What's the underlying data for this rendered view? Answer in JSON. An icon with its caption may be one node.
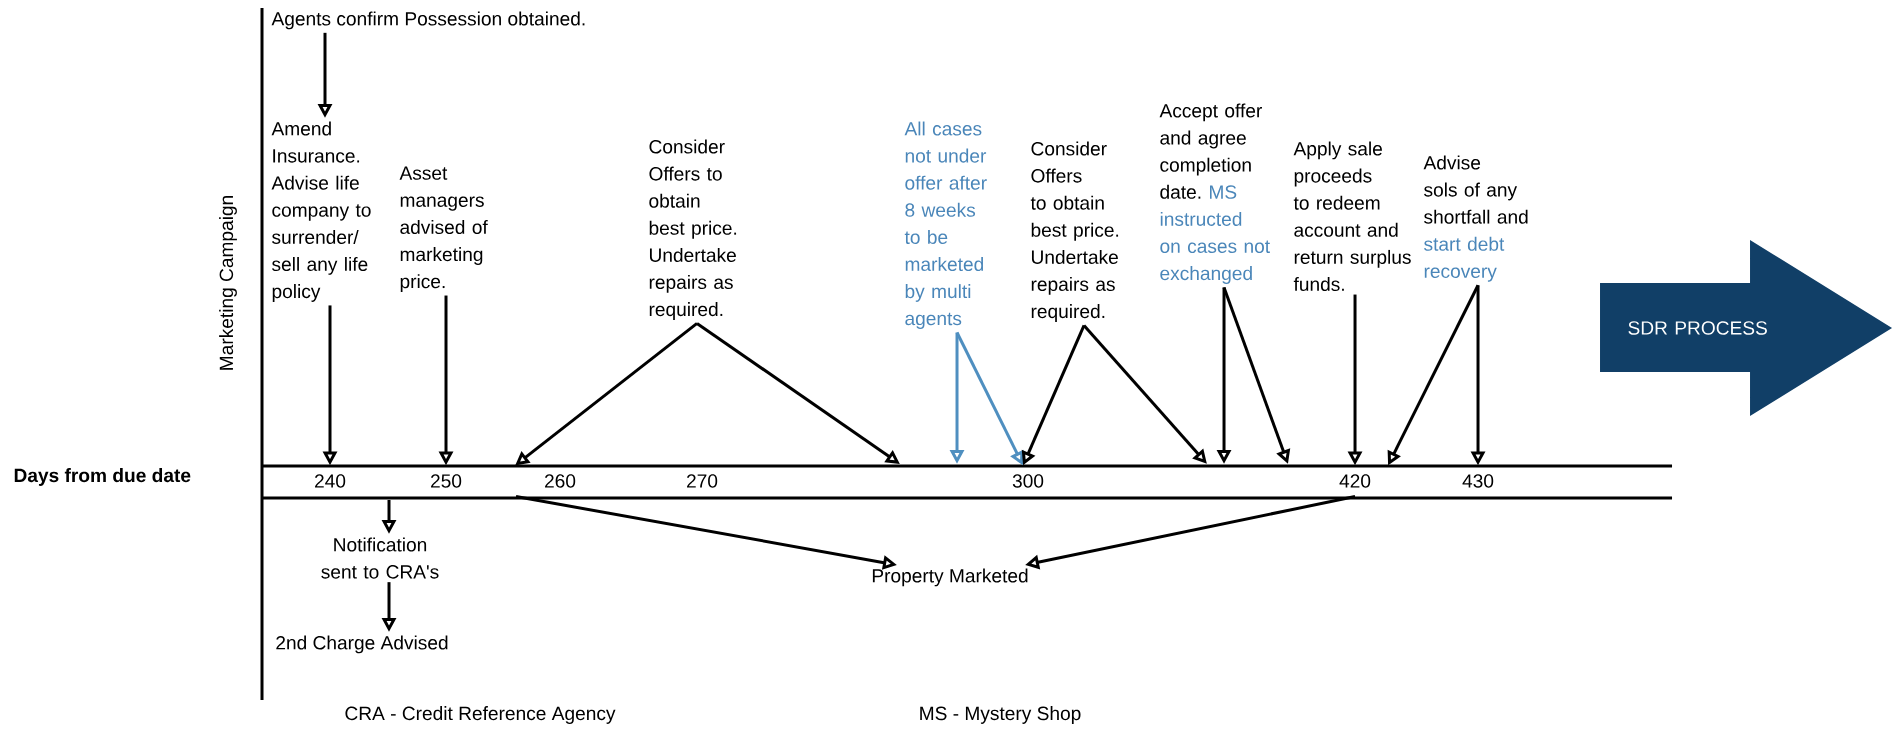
{
  "diagram": {
    "nodes": [
      {
        "text": [
          "Agents confirm Possession obtained."
        ]
      },
      {
        "text": [
          "Amend Insurance. Advise life company to surrender/ sell any life policy"
        ]
      },
      {
        "text": [
          "Asset managers advised of marketing price."
        ]
      },
      {
        "text": [
          "Consider Offers to obtain best price. Undertake repairs as required."
        ]
      },
      {
        "text": [
          "All cases not under offer after 8 weeks to be marketed by multi agents"
        ]
      },
      {
        "text": [
          "Consider Offers to obtain best price. Undertake repairs as required."
        ]
      },
      {
        "text": [
          "Accept offer and agree completion date.",
          "MS instructed on cases not exchanged"
        ]
      },
      {
        "text": [
          "Apply sale proceeds to redeem account and return surplus funds."
        ]
      },
      {
        "text": [
          "Advise sols of any shortfall and",
          "start debt recovery"
        ]
      },
      {
        "text": [
          "SDR PROCESS"
        ]
      },
      {
        "text": [
          "Notification sent to CRA's"
        ]
      },
      {
        "text": [
          "2nd Charge Advised"
        ]
      },
      {
        "text": [
          "Property Marketed"
        ]
      },
      {
        "text": [
          "240"
        ]
      },
      {
        "text": [
          "250"
        ]
      },
      {
        "text": [
          "260"
        ]
      },
      {
        "text": [
          "270"
        ]
      },
      {
        "text": [
          "300"
        ]
      },
      {
        "text": [
          "420"
        ]
      },
      {
        "text": [
          "430"
        ]
      }
    ],
    "edges": [
      {
        "from": 0,
        "to": 1,
        "arrow": "to"
      },
      {
        "from": 1,
        "to": 13,
        "arrow": "to"
      },
      {
        "from": 2,
        "to": 14,
        "arrow": "to"
      },
      {
        "from": 3,
        "to": 15,
        "arrow": "to"
      },
      {
        "from": 3,
        "to": null,
        "arrow": "to"
      },
      {
        "from": 4,
        "to": null,
        "arrow": "to",
        "color": "#4f8fc0"
      },
      {
        "from": 4,
        "to": 17,
        "arrow": "to",
        "color": "#4f8fc0"
      },
      {
        "from": 5,
        "to": 17,
        "arrow": "to"
      },
      {
        "from": 5,
        "to": null,
        "arrow": "to"
      },
      {
        "from": 6,
        "to": null,
        "arrow": "to"
      },
      {
        "from": 6,
        "to": null,
        "arrow": "to"
      },
      {
        "from": 7,
        "to": 18,
        "arrow": "to"
      },
      {
        "from": 8,
        "to": 18,
        "arrow": "to"
      },
      {
        "from": 8,
        "to": 19,
        "arrow": "to"
      },
      {
        "from": null,
        "to": 10,
        "arrow": "to"
      },
      {
        "from": 10,
        "to": 11,
        "arrow": "to"
      },
      {
        "from": 15,
        "to": 12,
        "arrow": "to"
      },
      {
        "from": 18,
        "to": 12,
        "arrow": "to"
      }
    ],
    "labels": [
      "Marketing Campaign",
      "Days from due date",
      "CRA - Credit Reference Agency",
      "MS - Mystery Shop"
    ]
  }
}
